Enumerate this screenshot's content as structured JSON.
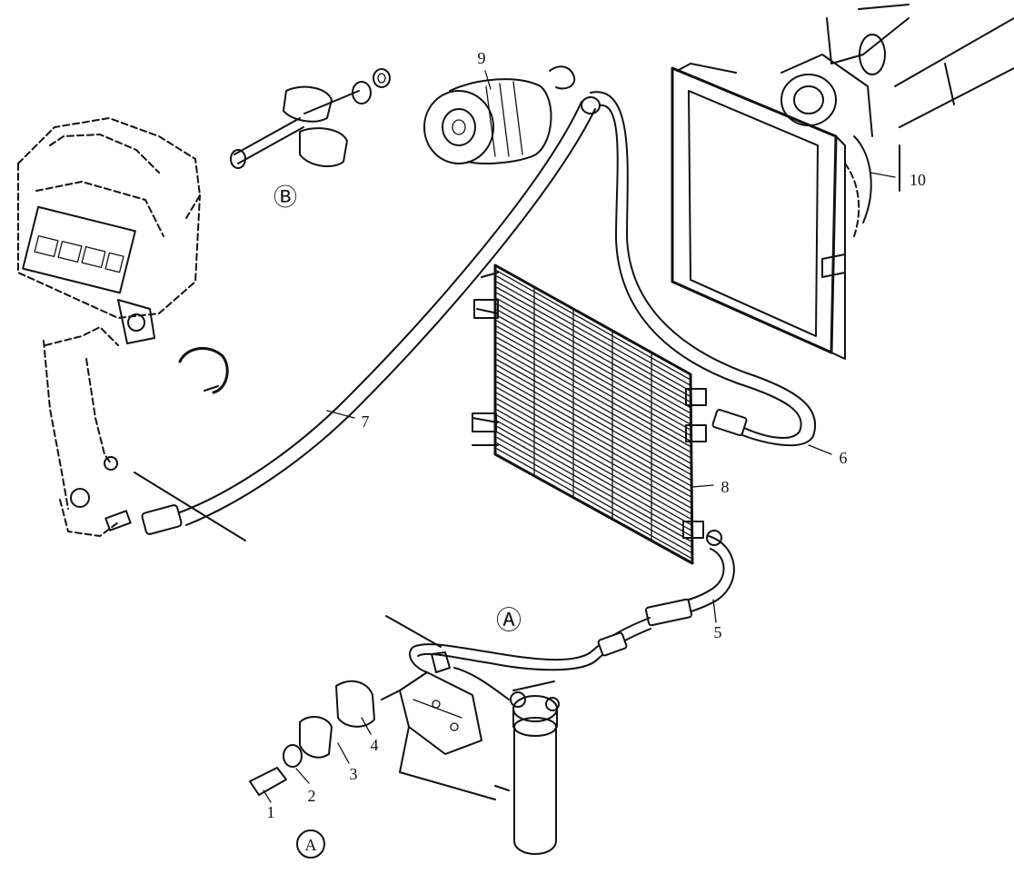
{
  "callouts": [
    "1",
    "2",
    "3",
    "4",
    "5",
    "6",
    "7",
    "8",
    "9",
    "10"
  ],
  "detail_markers": {
    "a_circled": "Ⓐ",
    "b_circled": "Ⓑ",
    "a_detail": "A"
  }
}
